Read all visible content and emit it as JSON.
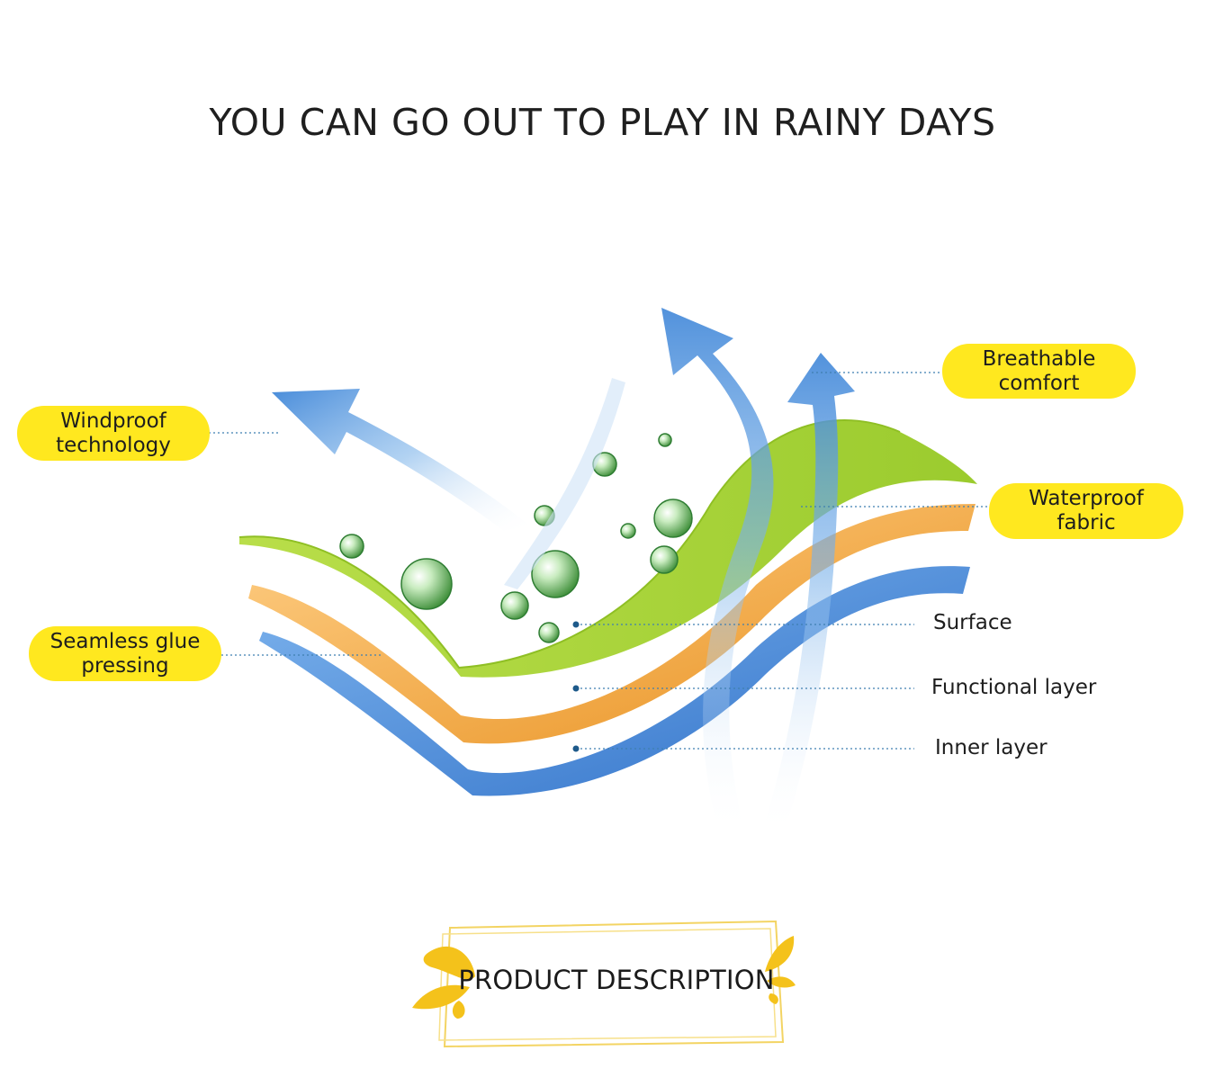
{
  "headline": "YOU CAN GO OUT TO PLAY IN RAINY DAYS",
  "callouts": {
    "windproof": [
      "Windproof",
      "technology"
    ],
    "breathable": [
      "Breathable",
      "comfort"
    ],
    "waterproof": [
      "Waterproof",
      "fabric"
    ],
    "seamless": [
      "Seamless glue",
      "pressing"
    ],
    "surface": "Surface",
    "functional": "Functional layer",
    "inner": "Inner layer"
  },
  "footer": {
    "title": "PRODUCT DESCRIPTION"
  },
  "colors": {
    "pill_yellow": "#ffe81f",
    "surface_green": "#a6d23a",
    "functional_orange": "#f3a73d",
    "inner_blue": "#4a8fdc",
    "arrow_blue": "#4f93dd",
    "leader_line": "#3f7fb0"
  }
}
